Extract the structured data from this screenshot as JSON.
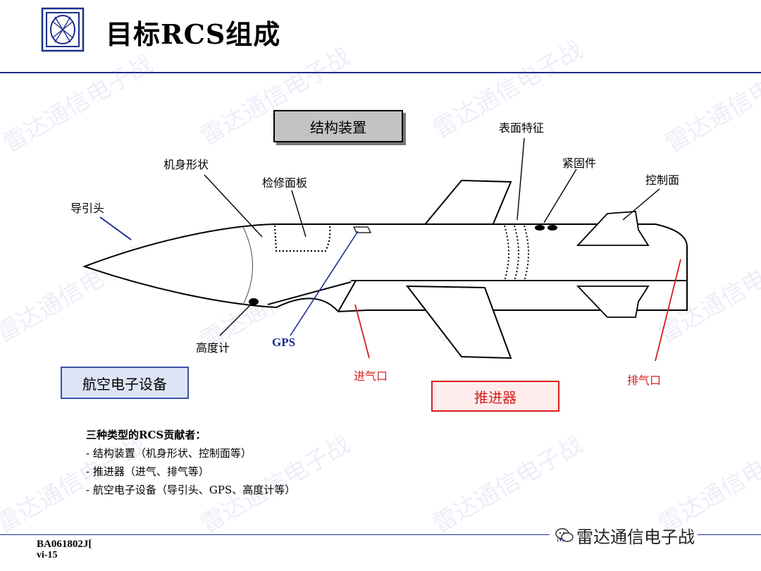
{
  "title": "目标RCS组成",
  "labels": {
    "structure_box": "结构装置",
    "avionics_box": "航空电子设备",
    "propulsion_box": "推进器",
    "seeker": "导引头",
    "body_shape": "机身形状",
    "access_panel": "检修面板",
    "surface_features": "表面特征",
    "fasteners": "紧固件",
    "control_surface": "控制面",
    "altimeter": "高度计",
    "gps": "GPS",
    "inlet": "进气口",
    "exhaust": "排气口"
  },
  "summary": {
    "heading": "三种类型的RCS贡献者：",
    "items": [
      "- 结构装置（机身形状、控制面等）",
      "- 推进器（进气、排气等）",
      "- 航空电子设备（导引头、GPS、高度计等）"
    ]
  },
  "footer": {
    "code": "BA061802J[",
    "code_sub": "vi-15",
    "brand": "雷达通信电子战",
    "mark": "M"
  },
  "watermark": "雷达通信电子战",
  "colors": {
    "blue": "#1c2d8c",
    "red": "#d61f1f",
    "gray_box": "#c2c2c2"
  },
  "icons": {
    "logo": "emblem-icon",
    "brand": "wechat-icon"
  }
}
